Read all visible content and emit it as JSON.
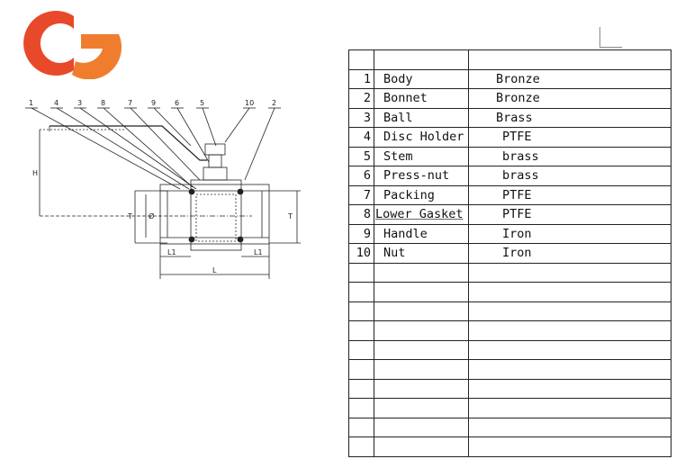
{
  "logo": {
    "letters": "CG",
    "color_red": "#e8492a",
    "color_orange": "#f07d2e"
  },
  "drawing": {
    "callouts": [
      "1",
      "4",
      "3",
      "8",
      "7",
      "9",
      "6",
      "5",
      "10",
      "2"
    ],
    "dims": {
      "H": "H",
      "T_left": "T",
      "D": "Ø",
      "T_right": "T",
      "L1_left": "L1",
      "L1_right": "L1",
      "L": "L"
    }
  },
  "parts": [
    {
      "no": "1",
      "name": "Body",
      "material": "Bronze"
    },
    {
      "no": "2",
      "name": "Bonnet",
      "material": "Bronze"
    },
    {
      "no": "3",
      "name": "Ball",
      "material": "Brass"
    },
    {
      "no": "4",
      "name": "Disc Holder",
      "material": "PTFE"
    },
    {
      "no": "5",
      "name": "Stem",
      "material": "brass"
    },
    {
      "no": "6",
      "name": "Press-nut",
      "material": "brass"
    },
    {
      "no": "7",
      "name": "Packing",
      "material": "PTFE"
    },
    {
      "no": "8",
      "name": "Lower Gasket",
      "material": "PTFE"
    },
    {
      "no": "9",
      "name": "Handle",
      "material": "Iron"
    },
    {
      "no": "10",
      "name": "Nut",
      "material": "Iron"
    }
  ]
}
